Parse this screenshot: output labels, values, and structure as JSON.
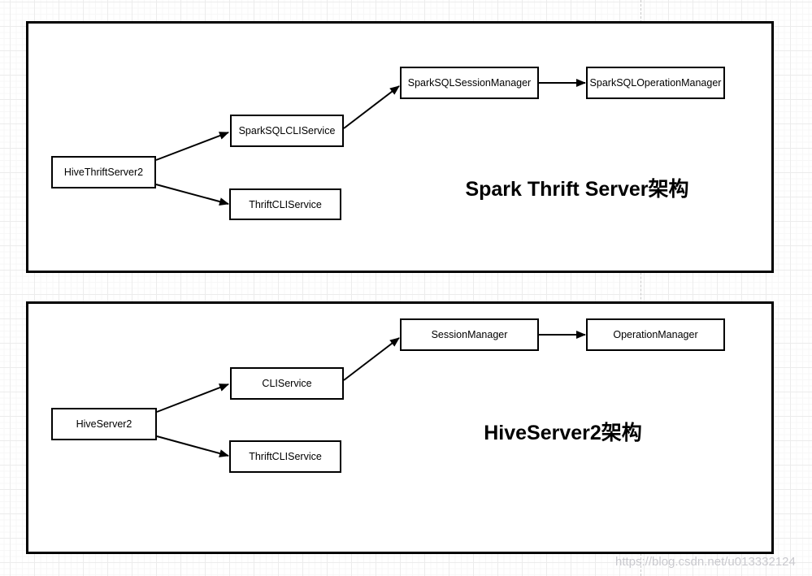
{
  "page": {
    "watermark": "https://blog.csdn.net/u013332124"
  },
  "colors": {
    "node_border": "#000000",
    "node_fill": "#ffffff",
    "arrow": "#000000",
    "frame_border": "#000000",
    "grid_major": "#ececec",
    "grid_minor": "#f7f7f7",
    "watermark_text": "#c9c9ce"
  },
  "diagrams": [
    {
      "title": "Spark Thrift Server架构",
      "nodes": [
        {
          "id": "HiveThriftServer2",
          "label": "HiveThriftServer2"
        },
        {
          "id": "SparkSQLCLIService",
          "label": "SparkSQLCLIService"
        },
        {
          "id": "ThriftCLIService",
          "label": "ThriftCLIService"
        },
        {
          "id": "SparkSQLSessionManager",
          "label": "SparkSQLSessionManager"
        },
        {
          "id": "SparkSQLOperationManager",
          "label": "SparkSQLOperationManager"
        }
      ],
      "edges": [
        {
          "from": "HiveThriftServer2",
          "to": "SparkSQLCLIService"
        },
        {
          "from": "HiveThriftServer2",
          "to": "ThriftCLIService"
        },
        {
          "from": "SparkSQLCLIService",
          "to": "SparkSQLSessionManager"
        },
        {
          "from": "SparkSQLSessionManager",
          "to": "SparkSQLOperationManager"
        }
      ]
    },
    {
      "title": "HiveServer2架构",
      "nodes": [
        {
          "id": "HiveServer2",
          "label": "HiveServer2"
        },
        {
          "id": "CLIService",
          "label": "CLIService"
        },
        {
          "id": "ThriftCLIService",
          "label": "ThriftCLIService"
        },
        {
          "id": "SessionManager",
          "label": "SessionManager"
        },
        {
          "id": "OperationManager",
          "label": "OperationManager"
        }
      ],
      "edges": [
        {
          "from": "HiveServer2",
          "to": "CLIService"
        },
        {
          "from": "HiveServer2",
          "to": "ThriftCLIService"
        },
        {
          "from": "CLIService",
          "to": "SessionManager"
        },
        {
          "from": "SessionManager",
          "to": "OperationManager"
        }
      ]
    }
  ]
}
